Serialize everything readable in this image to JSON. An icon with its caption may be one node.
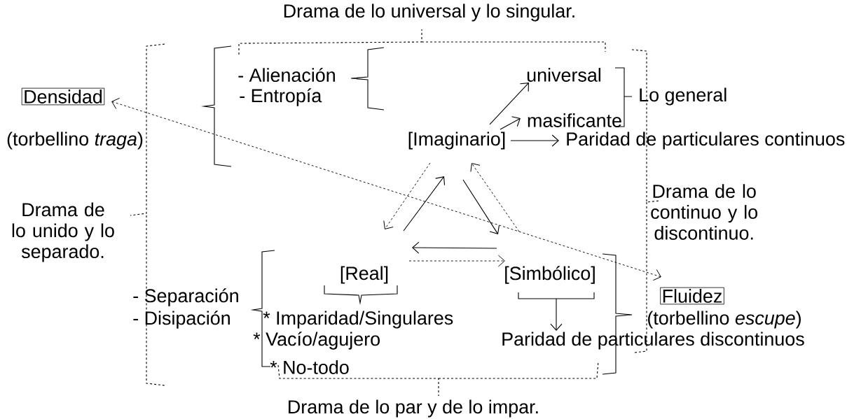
{
  "diagram": {
    "title": "Drama de lo universal y lo singular.",
    "nodes": [
      {
        "text": [
          "Densidad"
        ]
      },
      {
        "text": [
          "Fluidez"
        ],
        "beside": [
          "(torbellino *escupe*)"
        ]
      },
      {
        "text": [
          "[Imaginario]"
        ]
      },
      {
        "text": [
          "universal"
        ]
      },
      {
        "text": [
          "masificante"
        ]
      },
      {
        "text": [
          "Paridad de particulares continuos"
        ]
      },
      {
        "text": [
          "[Real]"
        ]
      },
      {
        "text": [
          "[Simbólico]"
        ]
      },
      {
        "text": [
          "Paridad de particulares discontinuos"
        ]
      }
    ],
    "edges": [
      {
        "from": 1,
        "to": 0,
        "arrow": "both",
        "style": "dashed"
      },
      {
        "from": 2,
        "to": 3,
        "arrow": "to"
      },
      {
        "from": 2,
        "to": 4,
        "arrow": "to"
      },
      {
        "from": 2,
        "to": 5,
        "arrow": "to"
      },
      {
        "from": 2,
        "to": 6,
        "arrow": "to",
        "style": "dashed"
      },
      {
        "from": 6,
        "to": 2,
        "arrow": "to"
      },
      {
        "from": 2,
        "to": 7,
        "arrow": "to"
      },
      {
        "from": 7,
        "to": 2,
        "arrow": "to",
        "style": "dashed"
      },
      {
        "from": 7,
        "to": 6,
        "arrow": "to"
      },
      {
        "from": 6,
        "to": 7,
        "arrow": "to",
        "style": "dashed"
      },
      {
        "from": 7,
        "to": 8,
        "arrow": "to"
      }
    ],
    "labels": [
      "- Alienación",
      "- Entropía",
      "Lo general",
      "(torbellino *traga*)",
      "Drama de lo unido y lo separado.",
      "Drama de lo continuo y lo discontinuo.",
      "- Separación",
      "- Disipación",
      "* Imparidad/Singulares",
      "* Vacío/agujero",
      "* No-todo",
      "Drama de lo par y de lo impar."
    ]
  }
}
